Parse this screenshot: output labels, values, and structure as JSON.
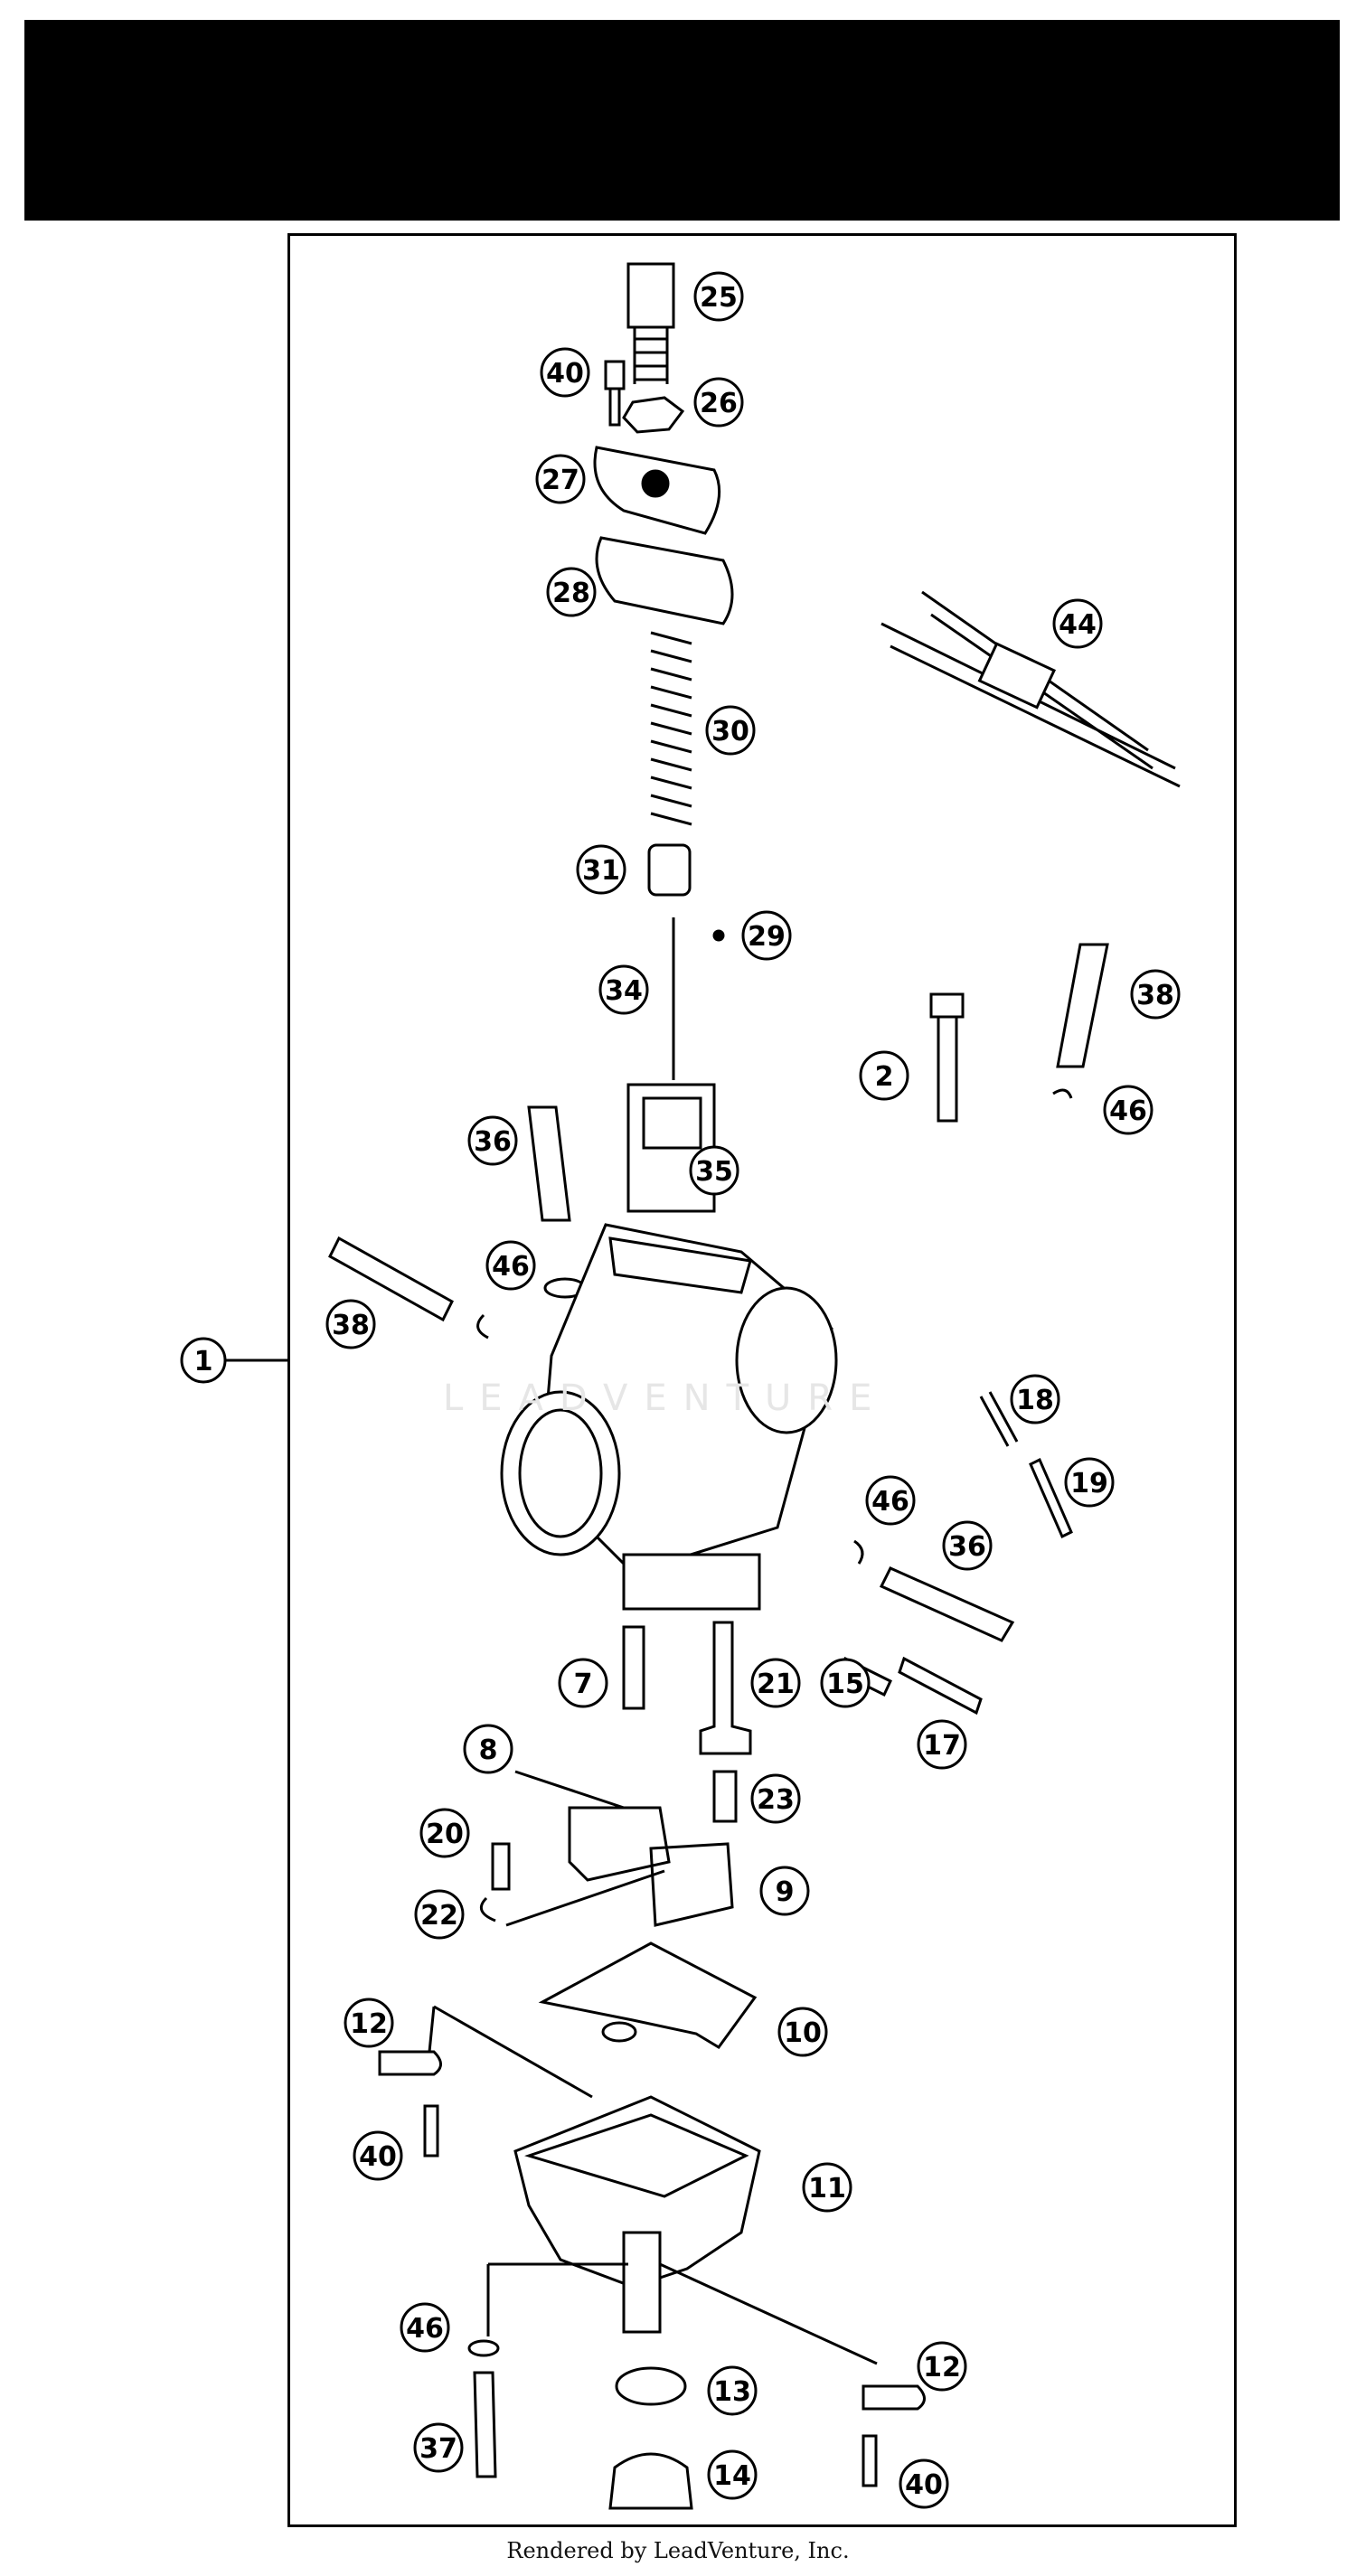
{
  "diagram": {
    "assembly_label": "1",
    "callouts": [
      {
        "id": "c25",
        "label": "25"
      },
      {
        "id": "c40a",
        "label": "40"
      },
      {
        "id": "c26",
        "label": "26"
      },
      {
        "id": "c27",
        "label": "27"
      },
      {
        "id": "c28",
        "label": "28"
      },
      {
        "id": "c30",
        "label": "30"
      },
      {
        "id": "c44",
        "label": "44"
      },
      {
        "id": "c31",
        "label": "31"
      },
      {
        "id": "c29",
        "label": "29"
      },
      {
        "id": "c34",
        "label": "34"
      },
      {
        "id": "c38a",
        "label": "38"
      },
      {
        "id": "c2",
        "label": "2"
      },
      {
        "id": "c46a",
        "label": "46"
      },
      {
        "id": "c36a",
        "label": "36"
      },
      {
        "id": "c35",
        "label": "35"
      },
      {
        "id": "c46b",
        "label": "46"
      },
      {
        "id": "c38b",
        "label": "38"
      },
      {
        "id": "c18",
        "label": "18"
      },
      {
        "id": "c19",
        "label": "19"
      },
      {
        "id": "c46c",
        "label": "46"
      },
      {
        "id": "c36b",
        "label": "36"
      },
      {
        "id": "c7",
        "label": "7"
      },
      {
        "id": "c21",
        "label": "21"
      },
      {
        "id": "c15",
        "label": "15"
      },
      {
        "id": "c17",
        "label": "17"
      },
      {
        "id": "c8",
        "label": "8"
      },
      {
        "id": "c23",
        "label": "23"
      },
      {
        "id": "c20",
        "label": "20"
      },
      {
        "id": "c9",
        "label": "9"
      },
      {
        "id": "c22",
        "label": "22"
      },
      {
        "id": "c10",
        "label": "10"
      },
      {
        "id": "c12a",
        "label": "12"
      },
      {
        "id": "c40b",
        "label": "40"
      },
      {
        "id": "c11",
        "label": "11"
      },
      {
        "id": "c46d",
        "label": "46"
      },
      {
        "id": "c13",
        "label": "13"
      },
      {
        "id": "c12b",
        "label": "12"
      },
      {
        "id": "c37",
        "label": "37"
      },
      {
        "id": "c14",
        "label": "14"
      },
      {
        "id": "c40c",
        "label": "40"
      }
    ],
    "watermark": "LEADVENTURE"
  },
  "footer": {
    "text": "Rendered by LeadVenture, Inc."
  },
  "colors": {
    "header": "#000000",
    "line": "#000000",
    "background": "#ffffff"
  }
}
